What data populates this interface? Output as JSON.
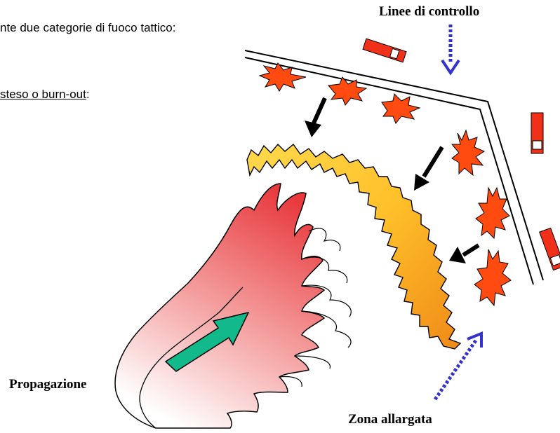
{
  "intro_text": "nte due categorie di fuoco tattico:",
  "subtitle": {
    "underlined": "steso o burn-out",
    "suffix": ":"
  },
  "labels": {
    "control_lines": "Linee di controllo",
    "propagation": "Propagazione",
    "widened_zone": "Zona allargata"
  },
  "colors": {
    "flame_orange": "#ff4a10",
    "fire_front_yellow": "#ffcc22",
    "fire_front_orange": "#f59b1c",
    "main_fire_red": "#e84040",
    "propagation_arrow": "#12b98a",
    "dotted_arrow": "#3333cc",
    "vehicle_red": "#f03018"
  }
}
